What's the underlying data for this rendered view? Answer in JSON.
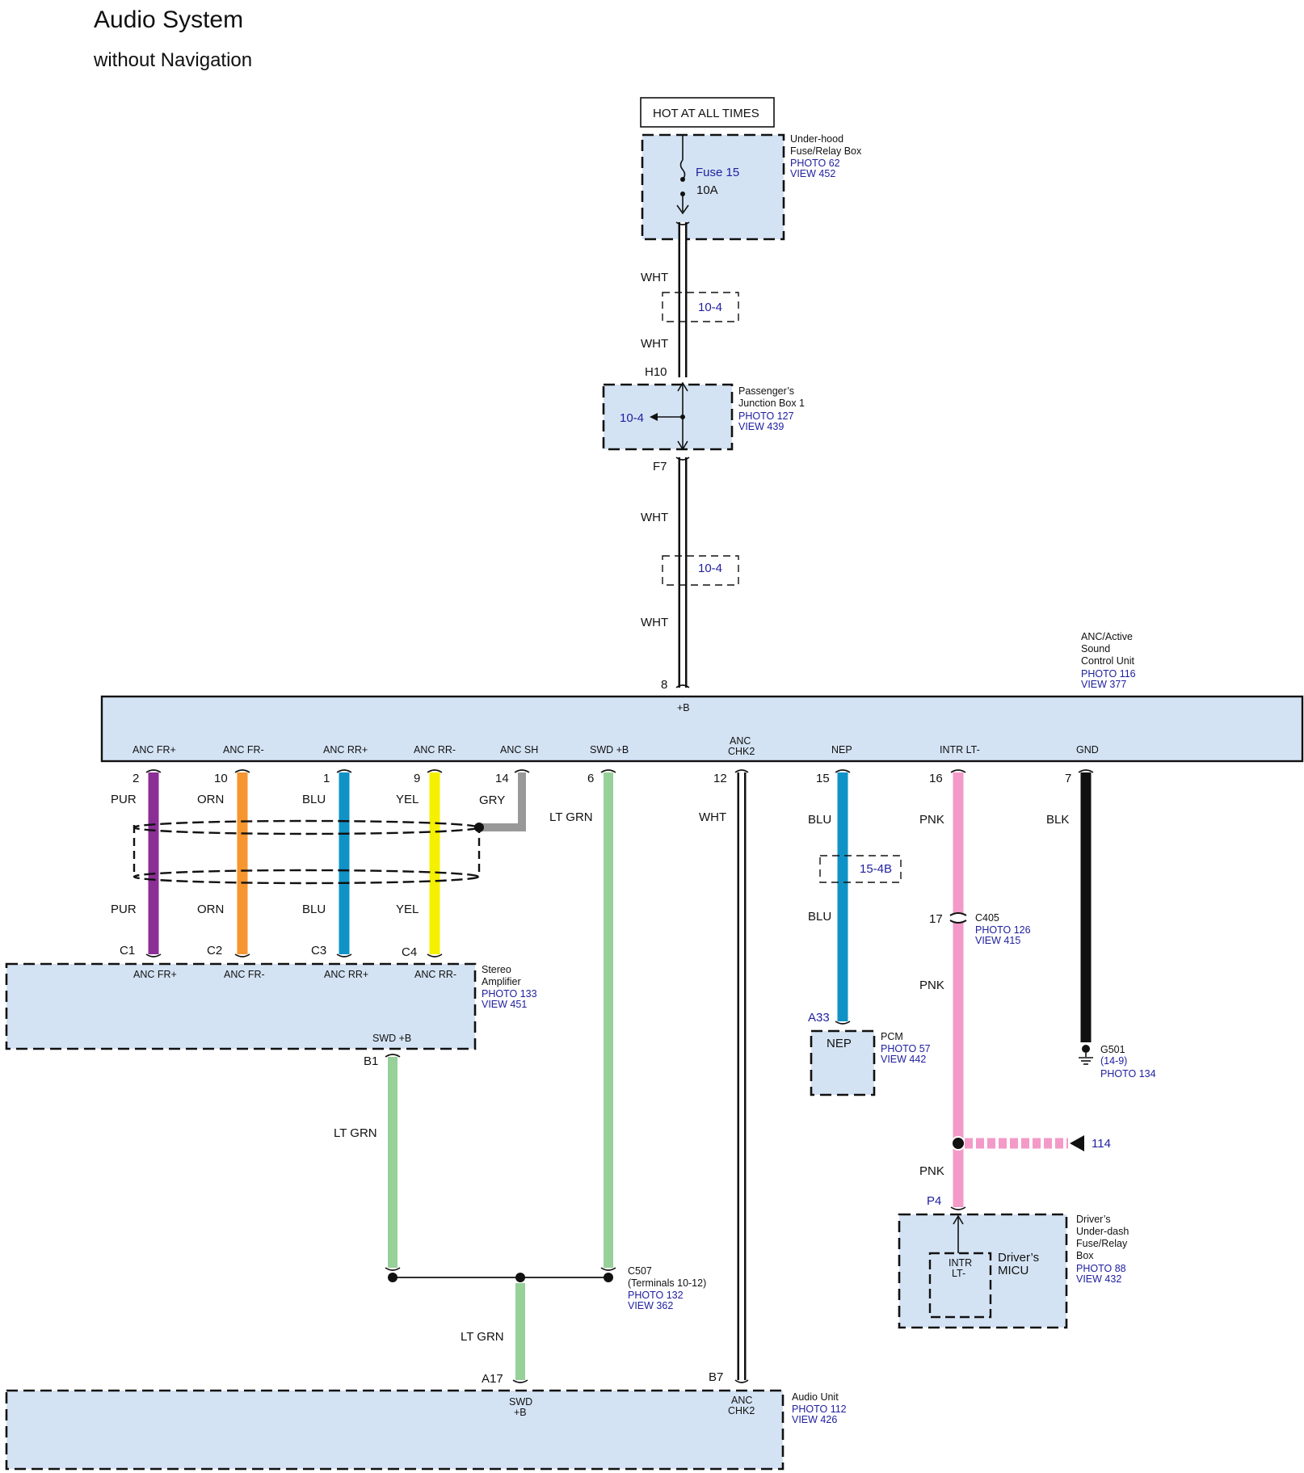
{
  "title": "Audio System",
  "subtitle": "without Navigation",
  "hot_label": "HOT AT ALL TIMES",
  "components": {
    "underhood": {
      "name_lines": [
        "Under-hood",
        "Fuse/Relay Box"
      ],
      "photo": "PHOTO 62",
      "view": "VIEW 452",
      "fuse_name": "Fuse 15",
      "fuse_rating": "10A"
    },
    "pjb": {
      "name_lines": [
        "Passenger’s",
        "Junction Box 1"
      ],
      "photo": "PHOTO 127",
      "view": "VIEW 439",
      "ref": "10-4",
      "top_pin": "H10",
      "bottom_pin": "F7"
    },
    "anc": {
      "name_lines": [
        "ANC/Active",
        "Sound",
        "Control Unit"
      ],
      "photo": "PHOTO 116",
      "view": "VIEW 377",
      "power_pin": "8",
      "power_label": "+B"
    },
    "amp": {
      "name_lines": [
        "Stereo",
        "Amplifier"
      ],
      "photo": "PHOTO 133",
      "view": "VIEW 451",
      "swd_label": "SWD +B",
      "swd_pin": "B1"
    },
    "pcm": {
      "name": "PCM",
      "photo": "PHOTO 57",
      "view": "VIEW 442",
      "pin_label": "NEP",
      "pin": "A33"
    },
    "g501": {
      "name": "G501",
      "ref": "(14-9)",
      "photo": "PHOTO 134"
    },
    "c405": {
      "name": "C405",
      "photo": "PHOTO 126",
      "view": "VIEW 415",
      "pin": "17"
    },
    "c507": {
      "name": "C507",
      "note": "(Terminals 10-12)",
      "photo": "PHOTO 132",
      "view": "VIEW 362"
    },
    "driver_box": {
      "name_lines": [
        "Driver’s",
        "Under-dash",
        "Fuse/Relay",
        "Box"
      ],
      "photo": "PHOTO 88",
      "view": "VIEW 432",
      "pin": "P4"
    },
    "micu": {
      "name_lines": [
        "Driver’s",
        "MICU"
      ],
      "pin_lines": [
        "INTR",
        "LT-"
      ]
    },
    "audio": {
      "name": "Audio Unit",
      "photo": "PHOTO 112",
      "view": "VIEW 426",
      "swd_lines": [
        "SWD",
        "+B"
      ],
      "swd_pin": "A17",
      "chk_lines": [
        "ANC",
        "CHK2"
      ],
      "chk_pin": "B7"
    }
  },
  "wires": {
    "wht": "WHT",
    "ref_a": "10-4",
    "ref_b": "10-4",
    "ref_c": "15-4B",
    "offpage": "114",
    "ltgrn": "LT GRN",
    "pnk": "PNK"
  },
  "anc_terminals": [
    {
      "id": "anc-fr-plus",
      "label": "ANC FR+",
      "pin": "2",
      "wire": "PUR",
      "wire_lower": "PUR",
      "amp_pin": "C1",
      "amp_label": "ANC FR+",
      "color": "#8b2f96"
    },
    {
      "id": "anc-fr-minus",
      "label": "ANC FR-",
      "pin": "10",
      "wire": "ORN",
      "wire_lower": "ORN",
      "amp_pin": "C2",
      "amp_label": "ANC FR-",
      "color": "#f7952e"
    },
    {
      "id": "anc-rr-plus",
      "label": "ANC RR+",
      "pin": "1",
      "wire": "BLU",
      "wire_lower": "BLU",
      "amp_pin": "C3",
      "amp_label": "ANC RR+",
      "color": "#0f93c7"
    },
    {
      "id": "anc-rr-minus",
      "label": "ANC RR-",
      "pin": "9",
      "wire": "YEL",
      "wire_lower": "YEL",
      "amp_pin": "C4",
      "amp_label": "ANC RR-",
      "color": "#f4f000"
    },
    {
      "id": "anc-sh",
      "label": "ANC SH",
      "pin": "14",
      "wire": "GRY",
      "color": "#999999"
    },
    {
      "id": "swd-b",
      "label": "SWD +B",
      "pin": "6",
      "wire": "LT GRN",
      "color": "#98d09a"
    },
    {
      "id": "anc-chk2",
      "label_lines": [
        "ANC",
        "CHK2"
      ],
      "pin": "12",
      "wire": "WHT",
      "color": "#ffffff"
    },
    {
      "id": "nep",
      "label": "NEP",
      "pin": "15",
      "wire": "BLU",
      "wire_lower": "BLU",
      "color": "#0f93c7"
    },
    {
      "id": "intr-lt",
      "label": "INTR LT-",
      "pin": "16",
      "wire": "PNK",
      "wire_lower": "PNK",
      "color": "#f39ac8"
    },
    {
      "id": "gnd",
      "label": "GND",
      "pin": "7",
      "wire": "BLK",
      "color": "#111111"
    }
  ]
}
